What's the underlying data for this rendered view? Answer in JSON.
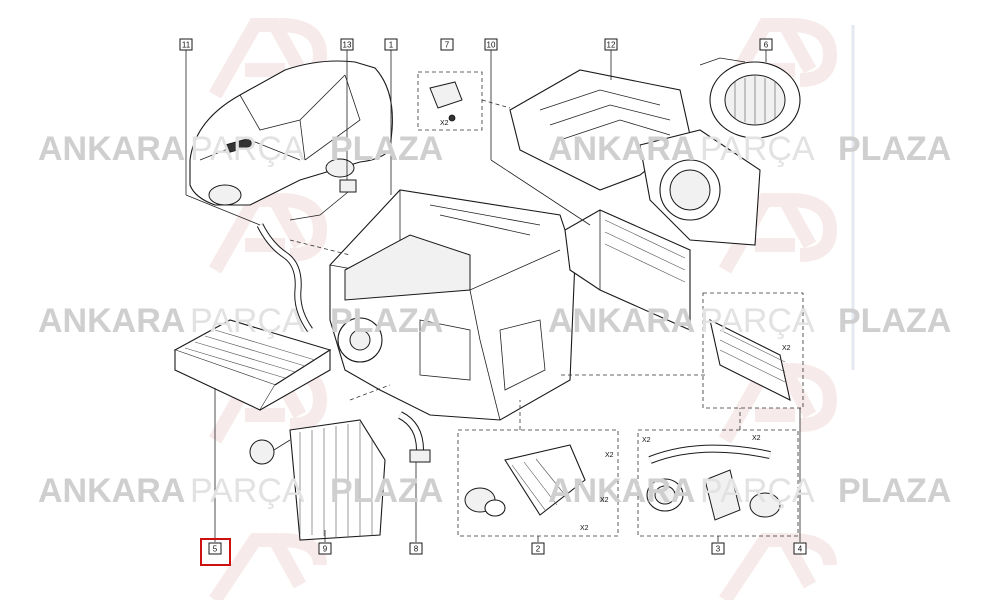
{
  "watermark": {
    "brand_a": "ANKARA",
    "brand_b": "PARÇA",
    "brand_c": "PLAZA",
    "colors": {
      "strong": "#cfcfcf",
      "light": "#e2e2e2",
      "logo": "#f3dede"
    }
  },
  "callouts": [
    {
      "label": "11"
    },
    {
      "label": "13"
    },
    {
      "label": "1"
    },
    {
      "label": "7"
    },
    {
      "label": "10"
    },
    {
      "label": "12"
    },
    {
      "label": "6"
    },
    {
      "label": "5"
    },
    {
      "label": "9"
    },
    {
      "label": "8"
    },
    {
      "label": "2"
    },
    {
      "label": "3"
    },
    {
      "label": "4"
    }
  ],
  "quantity_marks": [
    {
      "text": "X2"
    },
    {
      "text": "X2"
    },
    {
      "text": "X2"
    },
    {
      "text": "X2"
    },
    {
      "text": "X2"
    },
    {
      "text": "X2"
    },
    {
      "text": "X2"
    }
  ],
  "highlight_color": "#cc1111"
}
